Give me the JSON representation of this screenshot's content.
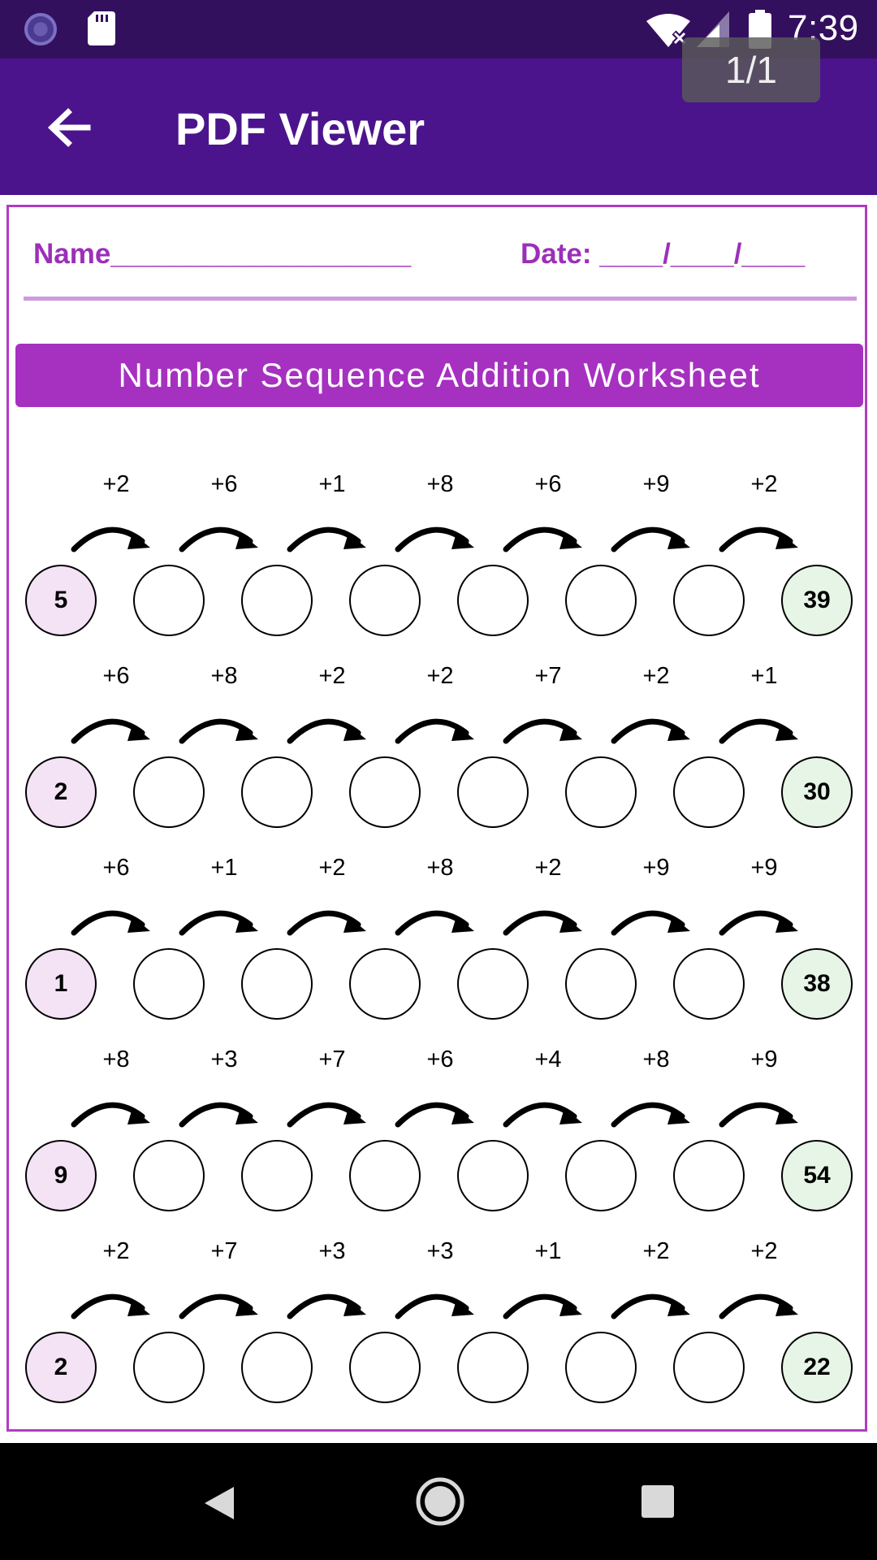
{
  "status_bar": {
    "time": "7:39",
    "icons": [
      "loading-icon",
      "sd-card-icon",
      "wifi-off-icon",
      "signal-icon",
      "battery-icon"
    ]
  },
  "app_bar": {
    "title": "PDF Viewer",
    "back_icon": "arrow-left-icon"
  },
  "page_indicator": "1/1",
  "worksheet": {
    "name_label": "Name___________________",
    "date_label": "Date: ____/____/____",
    "title": "Number Sequence Addition Worksheet",
    "rows": [
      {
        "start": "5",
        "end": "39",
        "steps": [
          "+2",
          "+6",
          "+1",
          "+8",
          "+6",
          "+9",
          "+2"
        ]
      },
      {
        "start": "2",
        "end": "30",
        "steps": [
          "+6",
          "+8",
          "+2",
          "+2",
          "+7",
          "+2",
          "+1"
        ]
      },
      {
        "start": "1",
        "end": "38",
        "steps": [
          "+6",
          "+1",
          "+2",
          "+8",
          "+2",
          "+9",
          "+9"
        ]
      },
      {
        "start": "9",
        "end": "54",
        "steps": [
          "+8",
          "+3",
          "+7",
          "+6",
          "+4",
          "+8",
          "+9"
        ]
      },
      {
        "start": "2",
        "end": "22",
        "steps": [
          "+2",
          "+7",
          "+3",
          "+3",
          "+1",
          "+2",
          "+2"
        ]
      }
    ]
  },
  "colors": {
    "status_bar": "#33105e",
    "app_bar": "#4b148c",
    "accent": "#a630c0",
    "start_fill": "#f3e3f5",
    "end_fill": "#e6f5e6"
  },
  "nav_bar": {
    "icons": [
      "back-triangle-icon",
      "home-circle-icon",
      "recents-square-icon"
    ]
  }
}
